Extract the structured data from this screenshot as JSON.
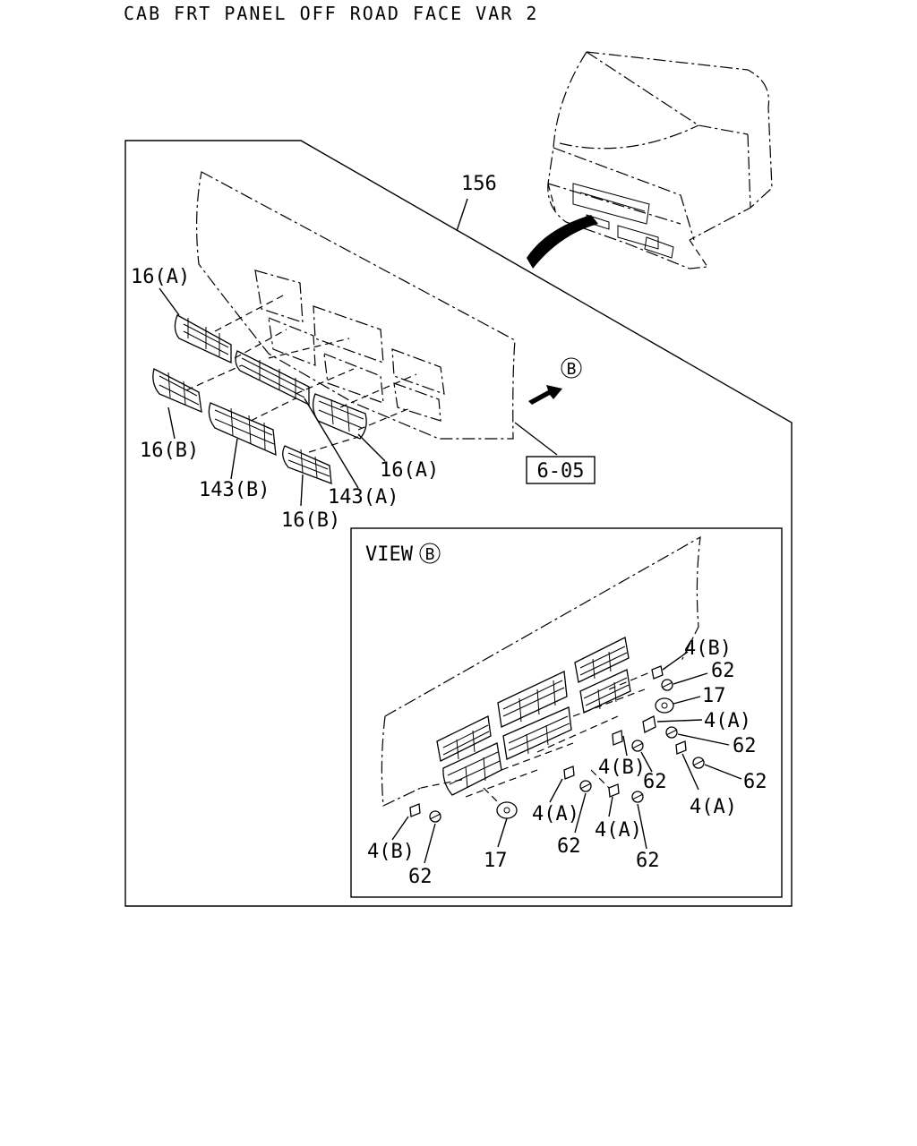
{
  "title": "CAB FRT PANEL OFF ROAD FACE VAR 2",
  "main_view": {
    "callouts": [
      {
        "id": "c156",
        "text": "156"
      },
      {
        "id": "c16a_top",
        "text": "16(A)"
      },
      {
        "id": "c16b_left",
        "text": "16(B)"
      },
      {
        "id": "c143b",
        "text": "143(B)"
      },
      {
        "id": "c143a",
        "text": "143(A)"
      },
      {
        "id": "c16b_bottom",
        "text": "16(B)"
      },
      {
        "id": "c16a_right",
        "text": "16(A)"
      }
    ],
    "view_marker": "B",
    "reference_box": "6-05"
  },
  "detail_view": {
    "title": "VIEW",
    "marker": "B",
    "callouts": [
      {
        "id": "d4b_1",
        "text": "4(B)"
      },
      {
        "id": "d62_1",
        "text": "62"
      },
      {
        "id": "d17_1",
        "text": "17"
      },
      {
        "id": "d4a_1",
        "text": "4(A)"
      },
      {
        "id": "d62_2",
        "text": "62"
      },
      {
        "id": "d62_3",
        "text": "62"
      },
      {
        "id": "d4a_2",
        "text": "4(A)"
      },
      {
        "id": "d4b_2",
        "text": "4(B)"
      },
      {
        "id": "d62_4",
        "text": "62"
      },
      {
        "id": "d4a_3",
        "text": "4(A)"
      },
      {
        "id": "d62_5",
        "text": "62"
      },
      {
        "id": "d4a_4",
        "text": "4(A)"
      },
      {
        "id": "d62_6",
        "text": "62"
      },
      {
        "id": "d4b_3",
        "text": "4(B)"
      },
      {
        "id": "d62_7",
        "text": "62"
      },
      {
        "id": "d17_2",
        "text": "17"
      }
    ]
  }
}
